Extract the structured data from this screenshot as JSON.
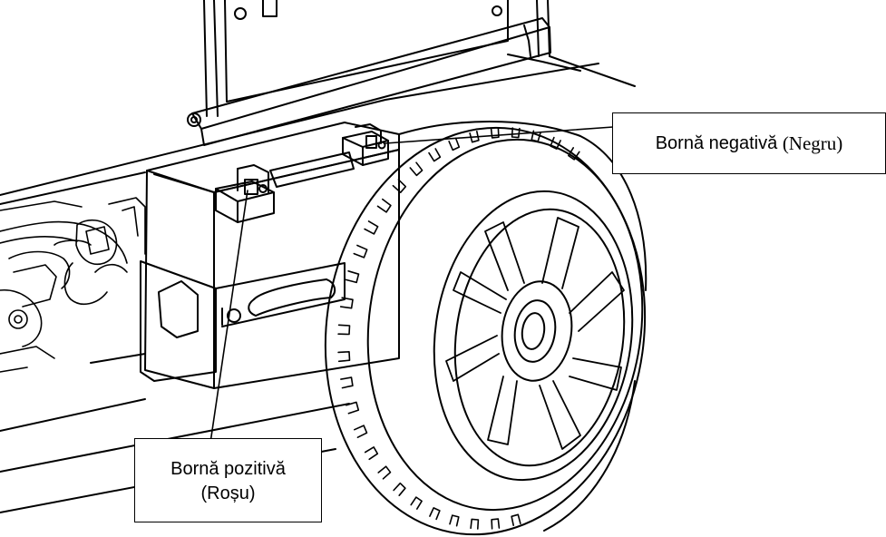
{
  "labels": {
    "negative_terminal": {
      "name": "Bornă negativă",
      "color": "(Negru)"
    },
    "positive_terminal": {
      "name": "Bornă pozitivă",
      "color": "(Roșu)"
    }
  },
  "colors": {
    "line": "#000000",
    "background": "#ffffff"
  }
}
